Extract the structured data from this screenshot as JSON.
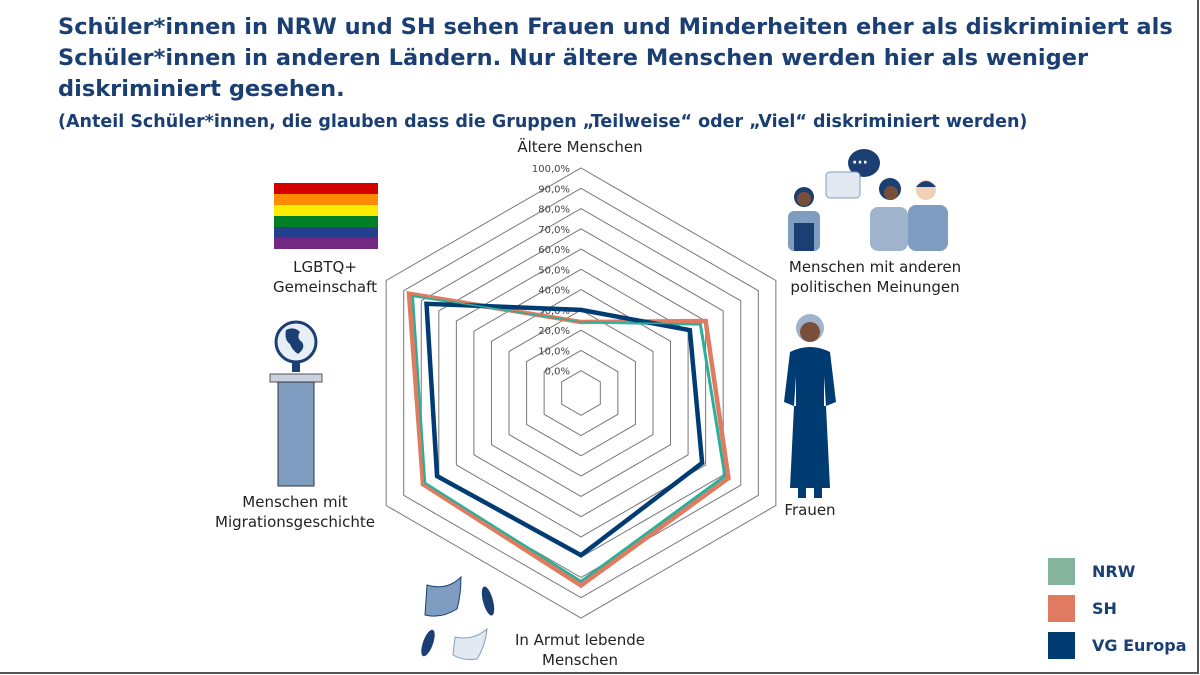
{
  "title": "Schüler*innen in NRW und SH sehen Frauen und Minderheiten eher als diskriminiert als Schüler*innen in anderen Ländern. Nur ältere Menschen werden hier als weniger diskriminiert gesehen.",
  "subtitle": "(Anteil Schüler*innen, die glauben dass die Gruppen „Teilweise“ oder „Viel“ diskriminiert werden)",
  "chart_data": {
    "type": "radar",
    "categories": [
      "Ältere Menschen",
      "Menschen mit anderen politischen Meinungen",
      "Frauen",
      "In Armut lebende Menschen",
      "Menschen mit Migrationsgeschichte",
      "LGBTQ+ Gemeinschaft"
    ],
    "category_labels": [
      [
        "Ältere Menschen"
      ],
      [
        "Menschen mit anderen",
        "politischen Meinungen"
      ],
      [
        "Frauen"
      ],
      [
        "In Armut lebende",
        "Menschen"
      ],
      [
        "Menschen mit",
        "Migrationsgeschichte"
      ],
      [
        "LGBTQ+",
        "Gemeinschaft"
      ]
    ],
    "tick_labels": [
      "0,0%",
      "10,0%",
      "20,0%",
      "30,0%",
      "40,0%",
      "50,0%",
      "60,0%",
      "70,0%",
      "80,0%",
      "90,0%",
      "100,0%"
    ],
    "rlim": [
      0,
      100
    ],
    "series": [
      {
        "name": "NRW",
        "color": "#2ab09a",
        "legend_color": "#84b59c",
        "values": [
          24,
          57,
          71,
          82,
          78,
          85
        ]
      },
      {
        "name": "SH",
        "color": "#e07b61",
        "legend_color": "#e07b61",
        "values": [
          24,
          60,
          73,
          84,
          79,
          87
        ]
      },
      {
        "name": "VG Europa",
        "color": "#003c72",
        "legend_color": "#003c72",
        "values": [
          30,
          51,
          58,
          69,
          71,
          77
        ]
      }
    ],
    "legend_position": "bottom-right"
  }
}
